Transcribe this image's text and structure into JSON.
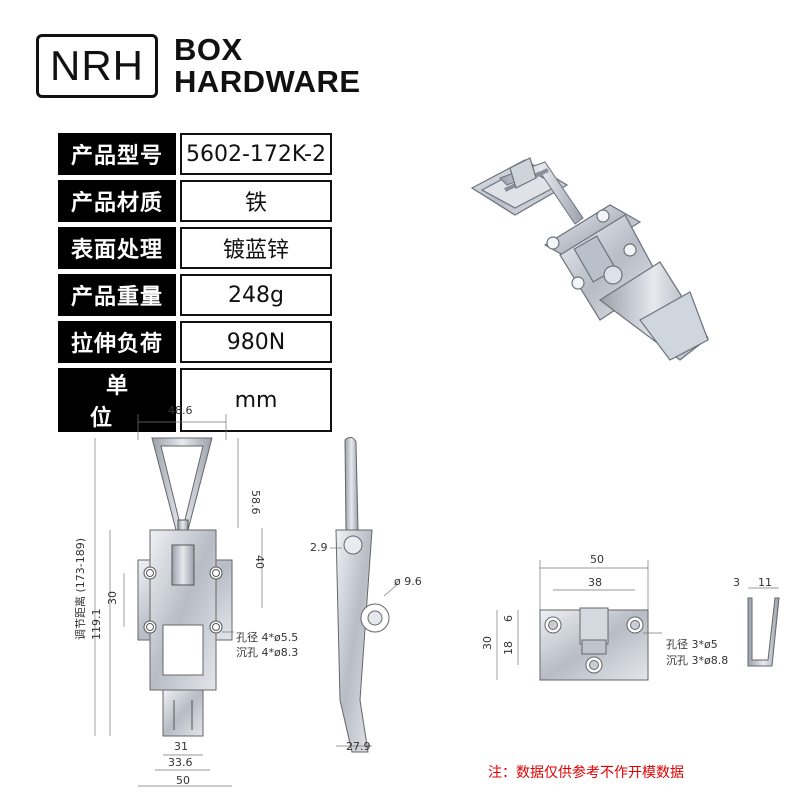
{
  "brand": {
    "logo": "NRH",
    "line1": "BOX",
    "line2": "HARDWARE"
  },
  "specs": [
    {
      "key": "产品型号",
      "value": "5602-172K-2"
    },
    {
      "key": "产品材质",
      "value": "铁"
    },
    {
      "key": "表面处理",
      "value": "镀蓝锌"
    },
    {
      "key": "产品重量",
      "value": "248g"
    },
    {
      "key": "拉伸负荷",
      "value": "980N"
    },
    {
      "key": "单位",
      "value": "mm"
    }
  ],
  "front_view": {
    "top_width": "48.6",
    "handle_height": "58.6",
    "body_height": "40",
    "hole_spacing": "30",
    "adjust_label": "调节距离 (173-189)",
    "base_length": "119.1",
    "width_a": "31",
    "width_b": "33.6",
    "width_c": "50",
    "hole_note_1": "孔径 4*ø5.5",
    "hole_note_2": "沉孔 4*ø8.3"
  },
  "side_view": {
    "thickness": "2.9",
    "pivot_dia": "ø 9.6",
    "depth": "27.9"
  },
  "catch_view": {
    "width": "50",
    "hole_spacing": "38",
    "height": "30",
    "dim_6": "6",
    "dim_18": "18",
    "hole_note_1": "孔径 3*ø5",
    "hole_note_2": "沉孔 3*ø8.8",
    "side_3": "3",
    "side_11": "11"
  },
  "footer_note": "注：数据仅供参考不作开模数据",
  "colors": {
    "label_bg": "#000000",
    "metal": "#c8ccd3",
    "note": "#e00000"
  }
}
